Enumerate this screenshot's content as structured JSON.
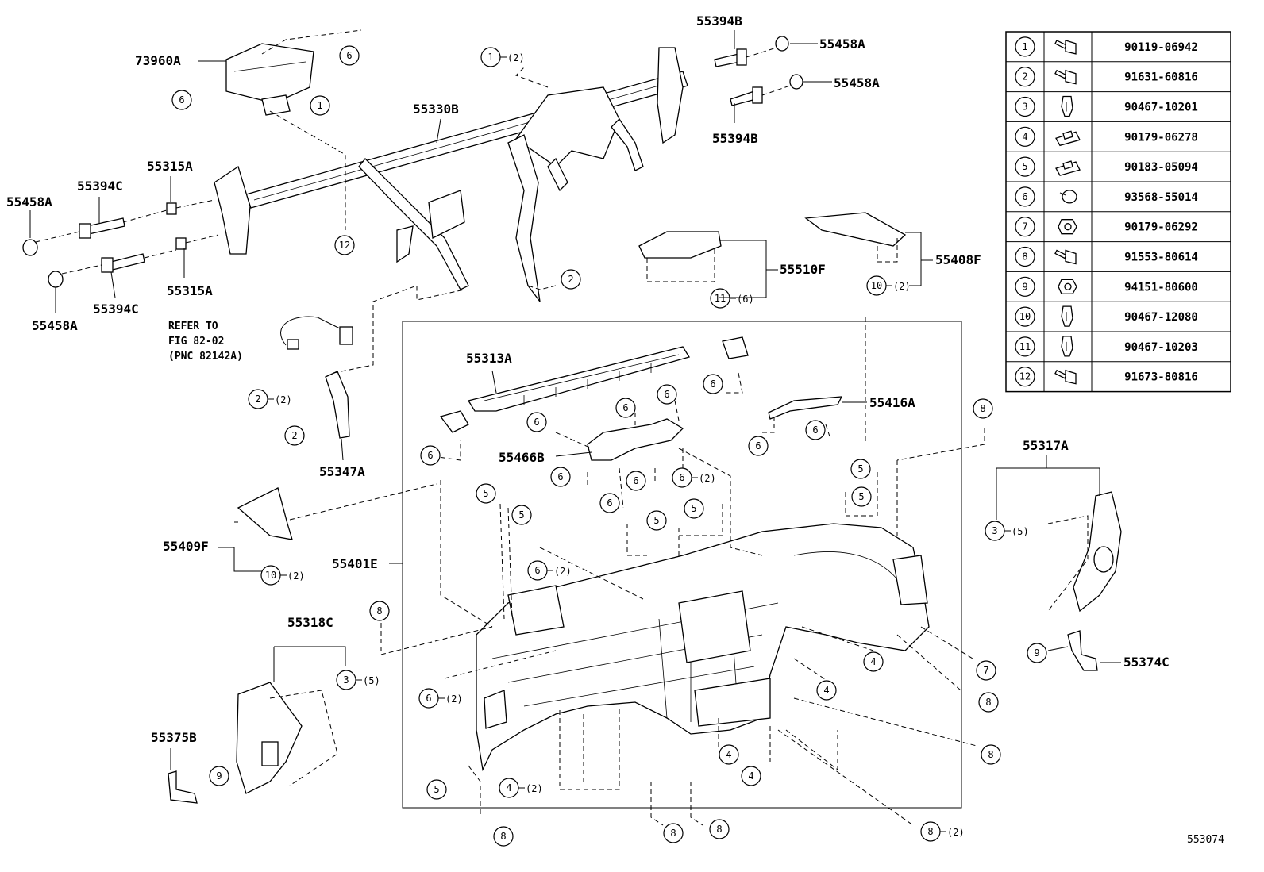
{
  "diagram_id": "553074",
  "refer_note": [
    "REFER TO",
    "FIG 82-02",
    "(PNC 82142A)"
  ],
  "part_labels": {
    "p73960A": "73960A",
    "p55330B": "55330B",
    "p55394B_top": "55394B",
    "p55394B_mid": "55394B",
    "p55458A_r1": "55458A",
    "p55458A_r2": "55458A",
    "p55315A_top": "55315A",
    "p55315A_bot": "55315A",
    "p55394C_top": "55394C",
    "p55394C_bot": "55394C",
    "p55458A_l1": "55458A",
    "p55458A_l2": "55458A",
    "p55510F": "55510F",
    "p55408F": "55408F",
    "p55313A": "55313A",
    "p55416A": "55416A",
    "p55466B": "55466B",
    "p55347A": "55347A",
    "p55409F": "55409F",
    "p55401E": "55401E",
    "p55318C": "55318C",
    "p55375B": "55375B",
    "p55317A": "55317A",
    "p55374C": "55374C"
  },
  "qty_labels": {
    "q2": "(2)",
    "q5": "(5)",
    "q6": "(6)"
  },
  "fastener_table": [
    {
      "num": "1",
      "icon": "bolt-icon",
      "part": "90119-06942"
    },
    {
      "num": "2",
      "icon": "flange-bolt-icon",
      "part": "91631-60816"
    },
    {
      "num": "3",
      "icon": "clip-icon",
      "part": "90467-10201"
    },
    {
      "num": "4",
      "icon": "nut-clip-icon",
      "part": "90179-06278"
    },
    {
      "num": "5",
      "icon": "nut-clip-icon",
      "part": "90183-05094"
    },
    {
      "num": "6",
      "icon": "screw-icon",
      "part": "93568-55014"
    },
    {
      "num": "7",
      "icon": "nut-icon",
      "part": "90179-06292"
    },
    {
      "num": "8",
      "icon": "bolt-icon",
      "part": "91553-80614"
    },
    {
      "num": "9",
      "icon": "nut-icon",
      "part": "94151-80600"
    },
    {
      "num": "10",
      "icon": "clip-icon",
      "part": "90467-12080"
    },
    {
      "num": "11",
      "icon": "clip-icon",
      "part": "90467-10203"
    },
    {
      "num": "12",
      "icon": "bolt-icon",
      "part": "91673-80816"
    }
  ]
}
